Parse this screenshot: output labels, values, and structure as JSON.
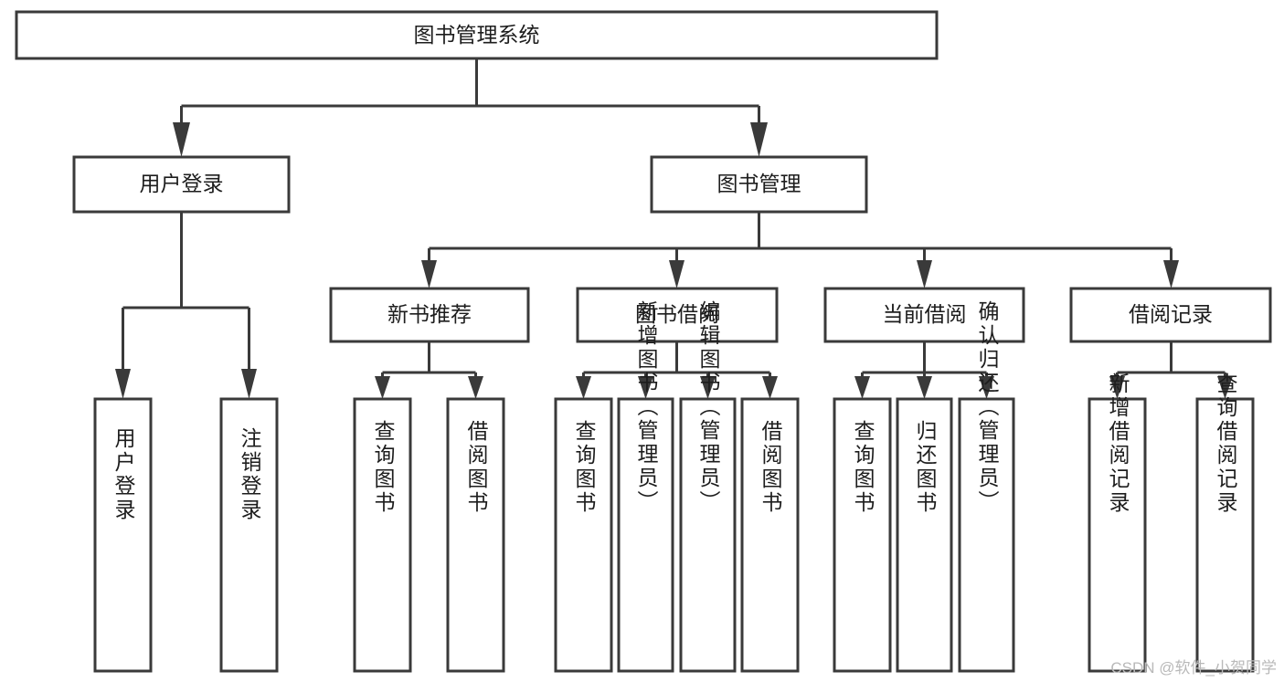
{
  "diagram": {
    "title_node": {
      "label": "图书管理系统"
    },
    "level2": [
      {
        "id": "user-login",
        "label": "用户登录"
      },
      {
        "id": "book-management",
        "label": "图书管理"
      }
    ],
    "level3": [
      {
        "id": "new-book-recommend",
        "label": "新书推荐"
      },
      {
        "id": "book-borrow",
        "label": "图书借阅"
      },
      {
        "id": "current-borrow",
        "label": "当前借阅"
      },
      {
        "id": "borrow-record",
        "label": "借阅记录"
      }
    ],
    "leaves": {
      "user_login": [
        {
          "id": "leaf-user-login",
          "label": "用户登录"
        },
        {
          "id": "leaf-logout-login",
          "label": "注销登录"
        }
      ],
      "new_book_recommend": [
        {
          "id": "leaf-query-book-1",
          "label": "查询图书"
        },
        {
          "id": "leaf-borrow-book-1",
          "label": "借阅图书"
        }
      ],
      "book_borrow": [
        {
          "id": "leaf-query-book-2",
          "label": "查询图书"
        },
        {
          "id": "leaf-add-book-admin",
          "label": "新增图书（管理员）"
        },
        {
          "id": "leaf-edit-book-admin",
          "label": "编辑图书（管理员）"
        },
        {
          "id": "leaf-borrow-book-2",
          "label": "借阅图书"
        }
      ],
      "current_borrow": [
        {
          "id": "leaf-query-book-3",
          "label": "查询图书"
        },
        {
          "id": "leaf-return-book",
          "label": "归还图书"
        },
        {
          "id": "leaf-confirm-return-admin",
          "label": "确认归还（管理员）"
        }
      ],
      "borrow_record": [
        {
          "id": "leaf-add-borrow-record",
          "label": "新增借阅记录"
        },
        {
          "id": "leaf-query-borrow-record",
          "label": "查询借阅记录"
        }
      ]
    }
  },
  "watermark": {
    "text": "CSDN @软件_小贺同学"
  },
  "colors": {
    "background": "#ffffff",
    "box_fill": "#ffffff",
    "box_stroke": "#3a3a3a",
    "text": "#1d1d1d",
    "watermark": "#b9b9b9"
  }
}
